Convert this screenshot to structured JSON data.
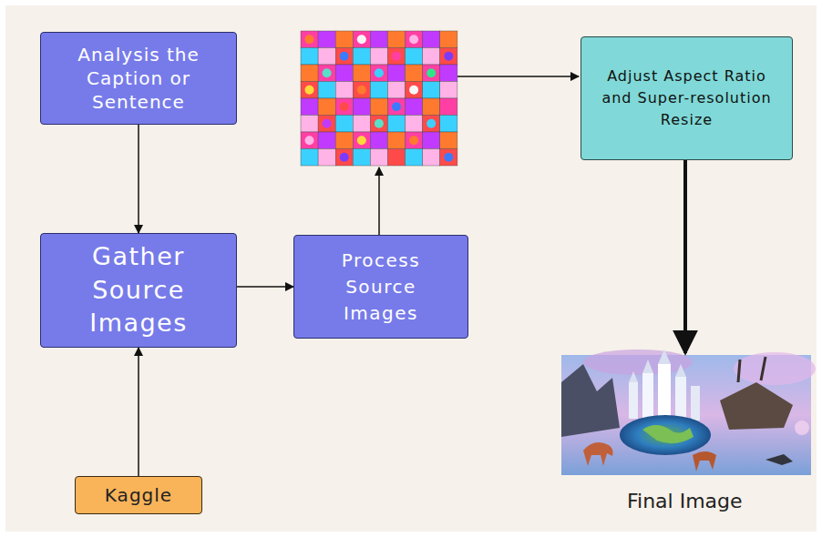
{
  "diagram": {
    "nodes": [
      {
        "text": [
          "Analysis the Caption or Sentence"
        ]
      },
      {
        "text": [
          "Gather Source Images"
        ]
      },
      {
        "text": [
          "Process Source Images"
        ]
      },
      {
        "text": [
          "Kaggle"
        ]
      },
      {
        "text": [
          "Adjust Aspect Ratio and Super-resolution Resize"
        ]
      }
    ],
    "edges": [
      {
        "from": 0,
        "to": 1,
        "arrow": "to"
      },
      {
        "from": 3,
        "to": 1,
        "arrow": "to"
      },
      {
        "from": 1,
        "to": 2,
        "arrow": "to"
      }
    ],
    "labels": [
      "Final Image"
    ]
  }
}
